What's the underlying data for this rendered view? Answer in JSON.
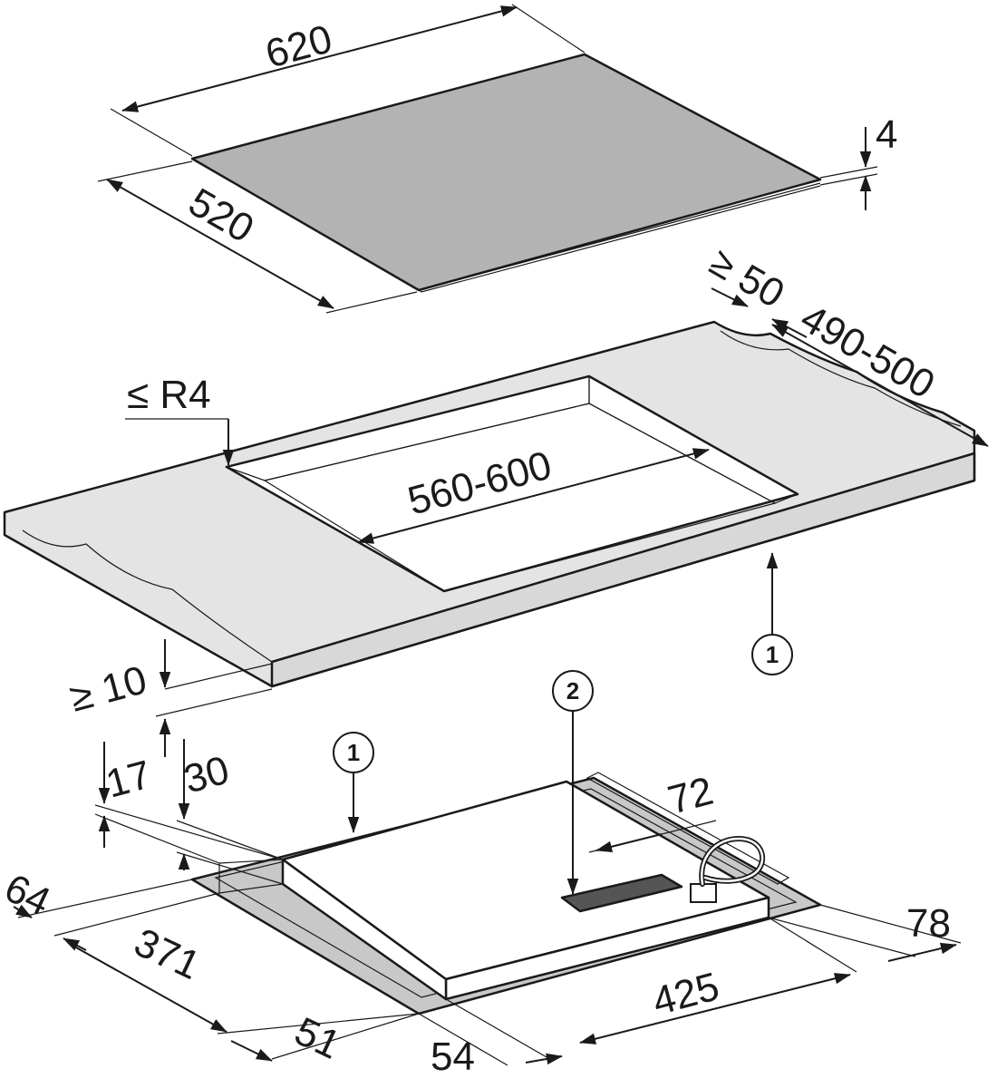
{
  "colors": {
    "hob_glass": "#b3b3b3",
    "worktop": "#e4e4e4",
    "line": "#1a1a1a",
    "background": "#ffffff"
  },
  "dimensions": {
    "hob_width": "620",
    "hob_depth": "520",
    "hob_thickness": "4",
    "rear_clearance": "≥ 50",
    "worktop_depth": "490-500",
    "corner_radius": "≤ R4",
    "cutout_width": "560-600",
    "worktop_min": "≥ 10",
    "frame_17": "17",
    "frame_30": "30",
    "left_64": "64",
    "left_371": "371",
    "front_51": "51",
    "front_54": "54",
    "bottom_425": "425",
    "right_78": "78",
    "connector_72": "72"
  },
  "callouts": {
    "worktop": "1",
    "housing": "1",
    "connector": "2"
  }
}
